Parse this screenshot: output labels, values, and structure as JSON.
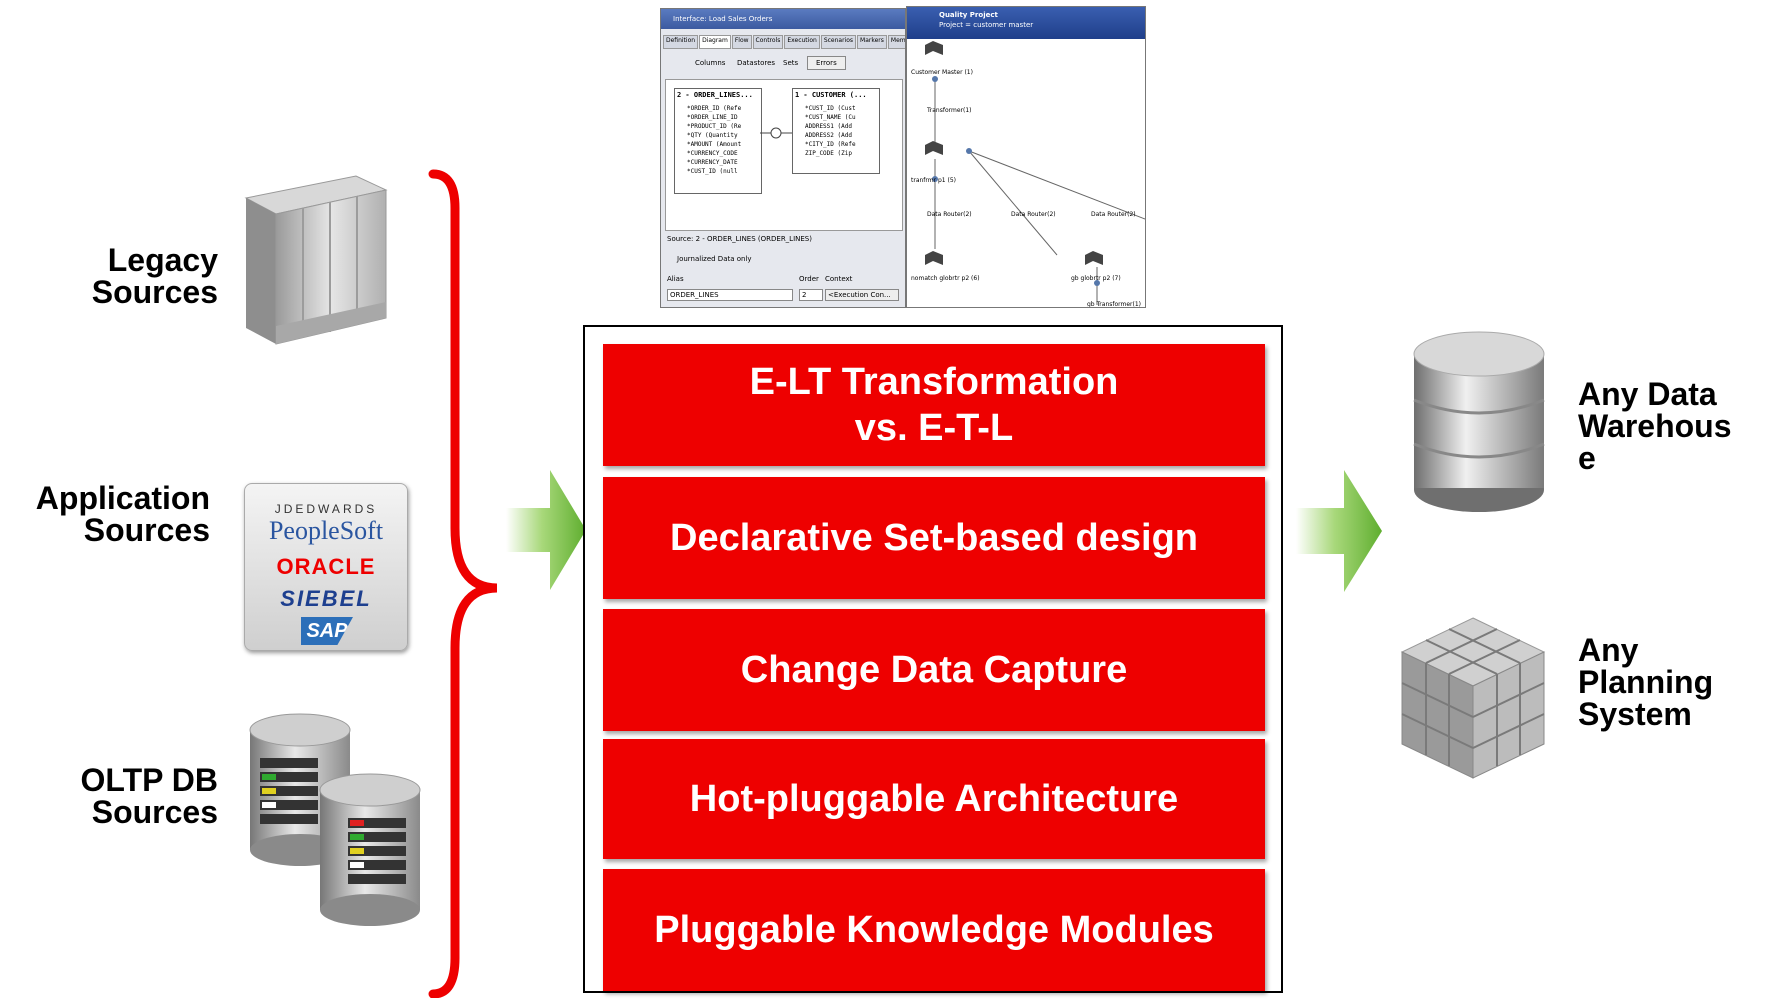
{
  "sources": {
    "legacy": "Legacy\nSources",
    "application": "Application\nSources",
    "oltp": "OLTP DB\nSources"
  },
  "app_logos": {
    "jdedwards": "JDEDWARDS",
    "peoplesoft": "PeopleSoft",
    "oracle": "ORACLE",
    "siebel": "SIEBEL",
    "sap": "SAP"
  },
  "features": [
    "E-LT Transformation\nvs. E-T-L",
    "Declarative Set-based design",
    "Change Data Capture",
    "Hot-pluggable Architecture",
    "Pluggable Knowledge Modules"
  ],
  "targets": {
    "warehouse": "Any Data\nWarehous\ne",
    "planning": "Any\nPlanning\nSystem"
  },
  "interface_window": {
    "title": "Interface: Load Sales Orders",
    "tabs": [
      "Definition",
      "Diagram",
      "Flow",
      "Controls",
      "Execution",
      "Scenarios",
      "Markers",
      "Memo"
    ],
    "toolbar": [
      "Columns",
      "Datastores",
      "Sets",
      "Errors"
    ],
    "table_left": {
      "header": "2 - ORDER_LINES...",
      "rows": [
        "*ORDER_ID (Refe",
        "*ORDER_LINE_ID",
        "*PRODUCT_ID (Re",
        "*QTY (Quantity",
        "*AMOUNT (Amount",
        "*CURRENCY_CODE",
        "*CURRENCY_DATE",
        "*CUST_ID (null"
      ]
    },
    "table_right": {
      "header": "1 - CUSTOMER (...",
      "rows": [
        "*CUST_ID (Cust",
        "*CUST_NAME (Cu",
        "ADDRESS1 (Add",
        "ADDRESS2 (Add",
        "*CITY_ID (Refe",
        "ZIP_CODE (Zip"
      ]
    },
    "source_panel": "Source: 2 - ORDER_LINES (ORDER_LINES)",
    "journalized": "Journalized Data only",
    "alias_label": "Alias",
    "order_label": "Order",
    "context_label": "Context",
    "alias_value": "ORDER_LINES",
    "order_value": "2",
    "context_value": "<Execution Con..."
  },
  "quality_window": {
    "title": "Quality Project",
    "subtitle": "Project = customer master",
    "nodes": [
      "Customer Master (1)",
      "Transformer(1)",
      "tranfrmr p1 (5)",
      "Data Router(2)",
      "Data Router(2)",
      "Data Router(2)",
      "nomatch globrtr p2 (6)",
      "gb globrtr p2 (7)",
      "gb Transformer(1)"
    ]
  },
  "colors": {
    "feature_red": "#ee0000",
    "bracket_red": "#ee0000",
    "arrow_green": "#7dc242"
  }
}
